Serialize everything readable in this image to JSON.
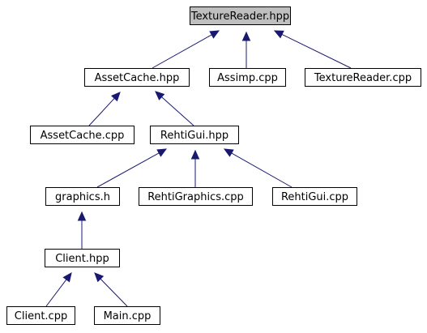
{
  "graph": {
    "nodes": {
      "texture_reader_hpp": "TextureReader.hpp",
      "asset_cache_hpp": "AssetCache.hpp",
      "assimp_cpp": "Assimp.cpp",
      "texture_reader_cpp": "TextureReader.cpp",
      "asset_cache_cpp": "AssetCache.cpp",
      "rehti_gui_hpp": "RehtiGui.hpp",
      "graphics_h": "graphics.h",
      "rehti_graphics_cpp": "RehtiGraphics.cpp",
      "rehti_gui_cpp": "RehtiGui.cpp",
      "client_hpp": "Client.hpp",
      "client_cpp": "Client.cpp",
      "main_cpp": "Main.cpp"
    },
    "edges": [
      {
        "from": "asset_cache_hpp",
        "to": "texture_reader_hpp"
      },
      {
        "from": "assimp_cpp",
        "to": "texture_reader_hpp"
      },
      {
        "from": "texture_reader_cpp",
        "to": "texture_reader_hpp"
      },
      {
        "from": "asset_cache_cpp",
        "to": "asset_cache_hpp"
      },
      {
        "from": "rehti_gui_hpp",
        "to": "asset_cache_hpp"
      },
      {
        "from": "graphics_h",
        "to": "rehti_gui_hpp"
      },
      {
        "from": "rehti_graphics_cpp",
        "to": "rehti_gui_hpp"
      },
      {
        "from": "rehti_gui_cpp",
        "to": "rehti_gui_hpp"
      },
      {
        "from": "client_hpp",
        "to": "graphics_h"
      },
      {
        "from": "client_cpp",
        "to": "client_hpp"
      },
      {
        "from": "main_cpp",
        "to": "client_hpp"
      }
    ],
    "colors": {
      "edge": "#191970",
      "root_fill": "#bfbfbf",
      "node_fill": "#ffffff",
      "node_border": "#000000"
    }
  }
}
